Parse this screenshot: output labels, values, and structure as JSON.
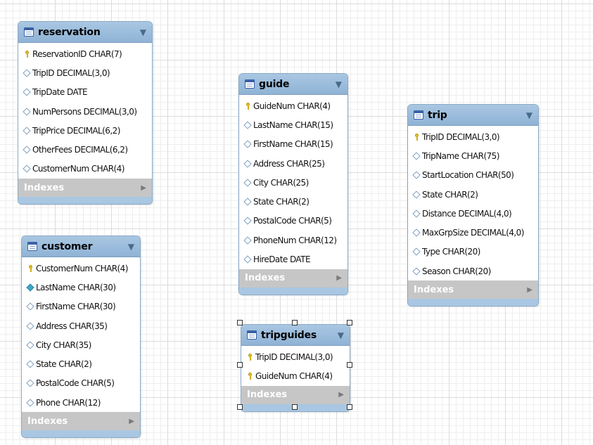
{
  "diagram": {
    "tables": [
      {
        "name": "reservation",
        "indexes_label": "Indexes",
        "columns": [
          {
            "text": "ReservationID CHAR(7)",
            "icon": "key-icon"
          },
          {
            "text": "TripID DECIMAL(3,0)",
            "icon": "diamond-icon"
          },
          {
            "text": "TripDate DATE",
            "icon": "diamond-icon"
          },
          {
            "text": "NumPersons DECIMAL(3,0)",
            "icon": "diamond-icon"
          },
          {
            "text": "TripPrice DECIMAL(6,2)",
            "icon": "diamond-icon"
          },
          {
            "text": "OtherFees DECIMAL(6,2)",
            "icon": "diamond-icon"
          },
          {
            "text": "CustomerNum CHAR(4)",
            "icon": "diamond-icon"
          }
        ]
      },
      {
        "name": "guide",
        "indexes_label": "Indexes",
        "columns": [
          {
            "text": "GuideNum CHAR(4)",
            "icon": "key-icon"
          },
          {
            "text": "LastName CHAR(15)",
            "icon": "diamond-icon"
          },
          {
            "text": "FirstName CHAR(15)",
            "icon": "diamond-icon"
          },
          {
            "text": "Address CHAR(25)",
            "icon": "diamond-icon"
          },
          {
            "text": "City CHAR(25)",
            "icon": "diamond-icon"
          },
          {
            "text": "State CHAR(2)",
            "icon": "diamond-icon"
          },
          {
            "text": "PostalCode CHAR(5)",
            "icon": "diamond-icon"
          },
          {
            "text": "PhoneNum CHAR(12)",
            "icon": "diamond-icon"
          },
          {
            "text": "HireDate DATE",
            "icon": "diamond-icon"
          }
        ]
      },
      {
        "name": "trip",
        "indexes_label": "Indexes",
        "columns": [
          {
            "text": "TripID DECIMAL(3,0)",
            "icon": "key-icon"
          },
          {
            "text": "TripName CHAR(75)",
            "icon": "diamond-icon"
          },
          {
            "text": "StartLocation CHAR(50)",
            "icon": "diamond-icon"
          },
          {
            "text": "State CHAR(2)",
            "icon": "diamond-icon"
          },
          {
            "text": "Distance DECIMAL(4,0)",
            "icon": "diamond-icon"
          },
          {
            "text": "MaxGrpSize DECIMAL(4,0)",
            "icon": "diamond-icon"
          },
          {
            "text": "Type CHAR(20)",
            "icon": "diamond-icon"
          },
          {
            "text": "Season CHAR(20)",
            "icon": "diamond-icon"
          }
        ]
      },
      {
        "name": "customer",
        "indexes_label": "Indexes",
        "columns": [
          {
            "text": "CustomerNum CHAR(4)",
            "icon": "key-icon"
          },
          {
            "text": "LastName CHAR(30)",
            "icon": "diamond-filled-icon"
          },
          {
            "text": "FirstName CHAR(30)",
            "icon": "diamond-icon"
          },
          {
            "text": "Address CHAR(35)",
            "icon": "diamond-icon"
          },
          {
            "text": "City CHAR(35)",
            "icon": "diamond-icon"
          },
          {
            "text": "State CHAR(2)",
            "icon": "diamond-icon"
          },
          {
            "text": "PostalCode CHAR(5)",
            "icon": "diamond-icon"
          },
          {
            "text": "Phone CHAR(12)",
            "icon": "diamond-icon"
          }
        ]
      },
      {
        "name": "tripguides",
        "indexes_label": "Indexes",
        "columns": [
          {
            "text": "TripID DECIMAL(3,0)",
            "icon": "key-icon"
          },
          {
            "text": "GuideNum CHAR(4)",
            "icon": "key-icon"
          }
        ]
      }
    ]
  }
}
